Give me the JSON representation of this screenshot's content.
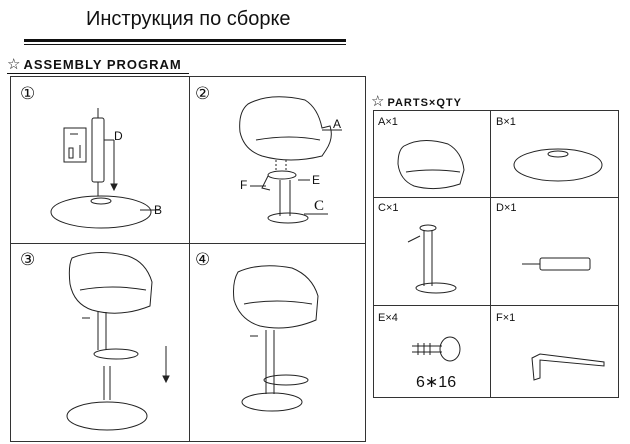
{
  "header": {
    "title": "Инструкция по сборке"
  },
  "assembly": {
    "heading": "ASSEMBLY PROGRAM",
    "steps": [
      {
        "number": "①",
        "callouts": {
          "d": "D",
          "b": "B"
        }
      },
      {
        "number": "②",
        "callouts": {
          "a": "A",
          "f": "F",
          "e": "E",
          "c": "C"
        }
      },
      {
        "number": "③"
      },
      {
        "number": "④"
      }
    ]
  },
  "parts": {
    "heading": "PARTS×QTY",
    "items": [
      {
        "label": "A×1"
      },
      {
        "label": "B×1"
      },
      {
        "label": "C×1"
      },
      {
        "label": "D×1"
      },
      {
        "label": "E×4",
        "size": "6∗16"
      },
      {
        "label": "F×1"
      }
    ]
  }
}
